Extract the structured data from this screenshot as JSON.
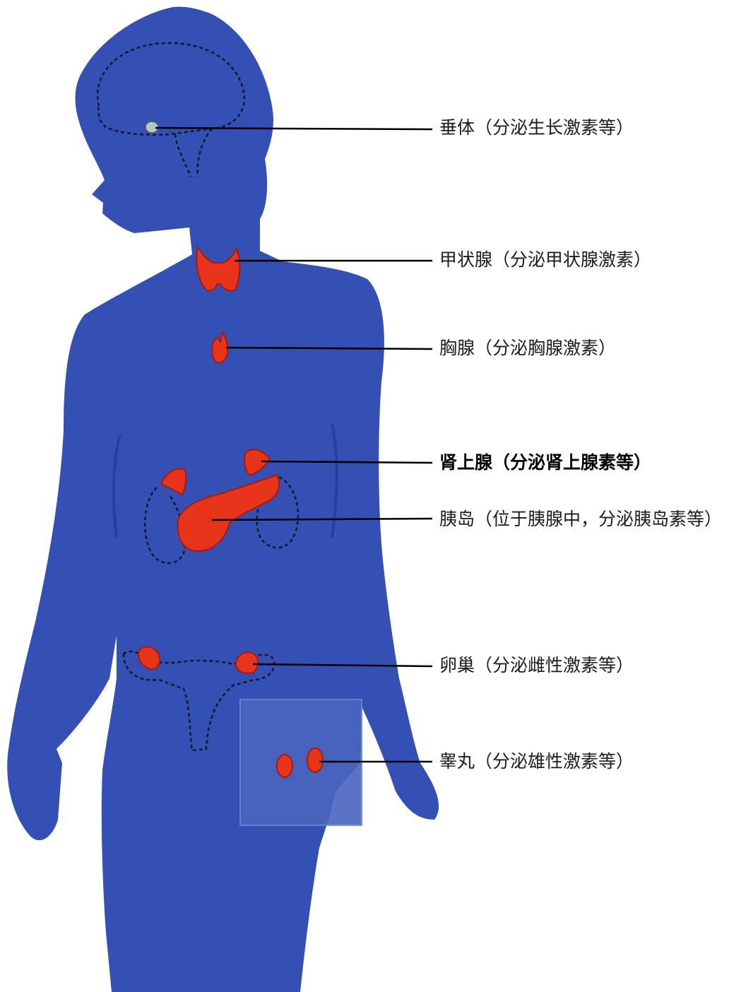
{
  "colors": {
    "body": "#3550b4",
    "gland": "#e8341a",
    "gland_shade": "#a81a0c",
    "pituitary": "#b8c8c0",
    "outline": "#101828",
    "leader": "#000000",
    "background": "#ffffff"
  },
  "labels": {
    "pituitary": "垂体（分泌生长激素等）",
    "thyroid": "甲状腺（分泌甲状腺激素）",
    "thymus": "胸腺（分泌胸腺激素）",
    "adrenal": "肾上腺（分泌肾上腺素等）",
    "islets": "胰岛（位于胰腺中，分泌胰岛素等）",
    "ovary": "卵巢（分泌雌性激素等）",
    "testis": "睾丸（分泌雄性激素等）"
  }
}
